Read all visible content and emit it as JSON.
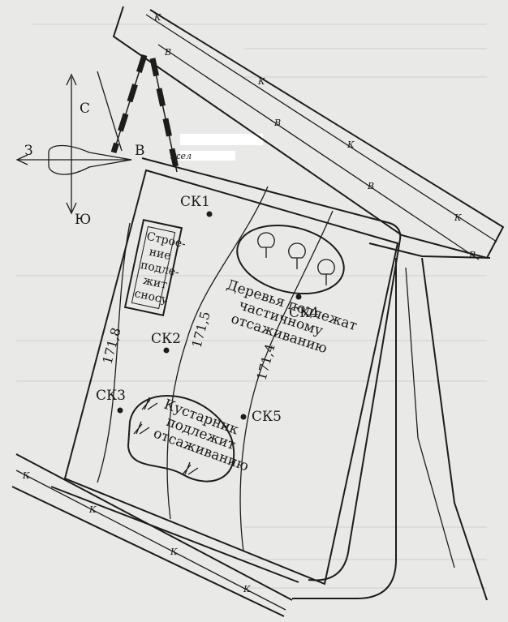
{
  "compass": {
    "north": "С",
    "south": "Ю",
    "west": "З",
    "east": "В",
    "rail_label": "жел"
  },
  "points": [
    "СК1",
    "СК2",
    "СК3",
    "СК4",
    "СК5"
  ],
  "building_label": [
    "Строе-",
    "ние",
    "подле-",
    "жит",
    "сносу"
  ],
  "trees_label": [
    "Деревья подлежат",
    "частичному",
    "отсаживанию"
  ],
  "shrubs_label": [
    "Кустарник",
    "подлежит",
    "отсаживанию"
  ],
  "contours": [
    "171,8",
    "171,5",
    "171,4"
  ],
  "utility_markers": {
    "cable": "К",
    "water": "В"
  },
  "colors": {
    "ink": "#1c1c1c",
    "paper": "#e9e9e7"
  }
}
